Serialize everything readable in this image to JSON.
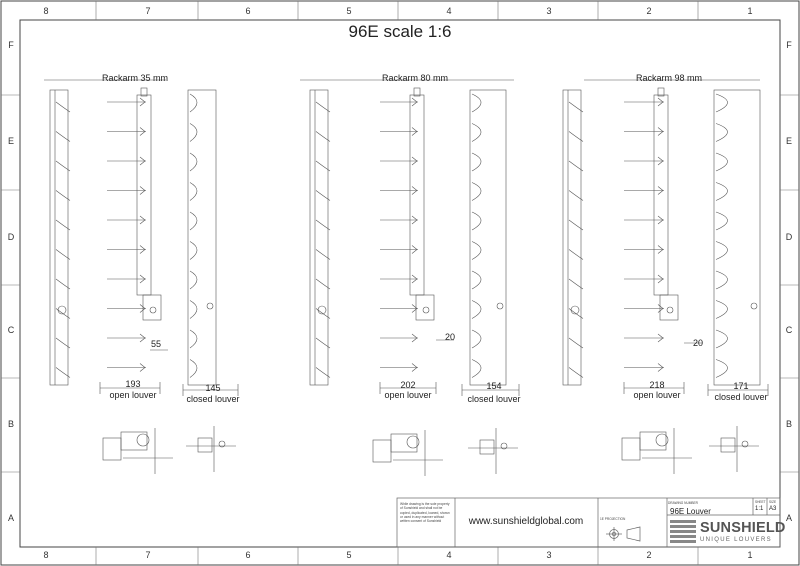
{
  "title": "96E scale 1:6",
  "zones": {
    "columns": [
      "8",
      "7",
      "6",
      "5",
      "4",
      "3",
      "2",
      "1"
    ],
    "rows": [
      "F",
      "E",
      "D",
      "C",
      "B",
      "A"
    ]
  },
  "views": [
    {
      "rackarm": "Rackarm 35 mm",
      "open_dim": "193",
      "closed_dim": "145",
      "gap_dim": "55",
      "open_label": "open louver",
      "closed_label": "closed louver"
    },
    {
      "rackarm": "Rackarm 80 mm",
      "open_dim": "202",
      "closed_dim": "154",
      "gap_dim": "20",
      "open_label": "open louver",
      "closed_label": "closed louver"
    },
    {
      "rackarm": "Rackarm 98 mm",
      "open_dim": "218",
      "closed_dim": "171",
      "gap_dim": "20",
      "open_label": "open louver",
      "closed_label": "closed louver"
    }
  ],
  "title_block": {
    "copyright": "While drawing is the sole property of Sunshield and shall not be copied, duplicated, loaned, shown or used in any manner without written consent of Sunshield",
    "website": "www.sunshieldglobal.com",
    "projection_label": "1E PROJECTION",
    "drawing_number_label": "DRAWING NUMBER",
    "drawing_number": "96E Louver",
    "sheet_label": "SHEET",
    "sheet_value": "1:1",
    "size_label": "SIZE",
    "size_value": "A3",
    "brand": "SUNSHIELD",
    "tagline": "UNIQUE LOUVERS"
  }
}
